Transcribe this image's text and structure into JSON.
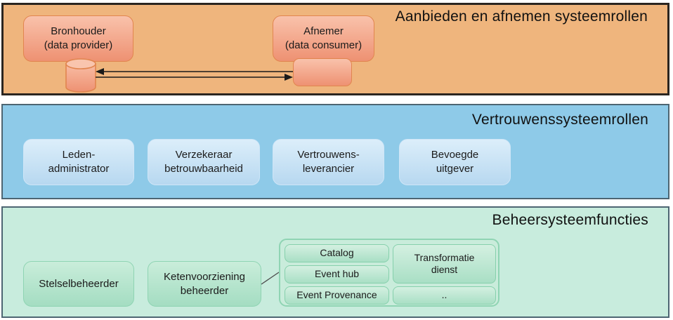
{
  "diagram": {
    "offer_band": {
      "title": "Aanbieden en afnemen systeemrollen",
      "bronhouder": {
        "name": "Bronhouder",
        "subtitle": "(data provider)"
      },
      "afnemer": {
        "name": "Afnemer",
        "subtitle": "(data consumer)"
      }
    },
    "trust_band": {
      "title": "Vertrouwenssysteemrollen",
      "roles": [
        {
          "line1": "Leden-",
          "line2": "administrator"
        },
        {
          "line1": "Verzekeraar",
          "line2": "betrouwbaarheid"
        },
        {
          "line1": "Vertrouwens-",
          "line2": "leverancier"
        },
        {
          "line1": "Bevoegde",
          "line2": "uitgever"
        }
      ]
    },
    "management_band": {
      "title": "Beheersysteemfuncties",
      "stelselbeheerder": "Stelselbeheerder",
      "ketenvoorziening": {
        "line1": "Ketenvoorziening",
        "line2": "beheerder"
      },
      "services_group": {
        "catalog": "Catalog",
        "event_hub": "Event hub",
        "event_provenance": "Event Provenance",
        "transformatie": {
          "line1": "Transformatie",
          "line2": "dienst"
        },
        "placeholder": ".."
      }
    },
    "colors": {
      "offer_band_bg": "#efb57d",
      "offer_box_fill": "#ee9172",
      "trust_band_bg": "#8ecae8",
      "trust_box_fill": "#b7d8f0",
      "management_band_bg": "#c8ecdd",
      "management_box_fill": "#a4ddc2",
      "band_border": "#4d6572",
      "arrow_color": "#1a1a1a"
    }
  }
}
